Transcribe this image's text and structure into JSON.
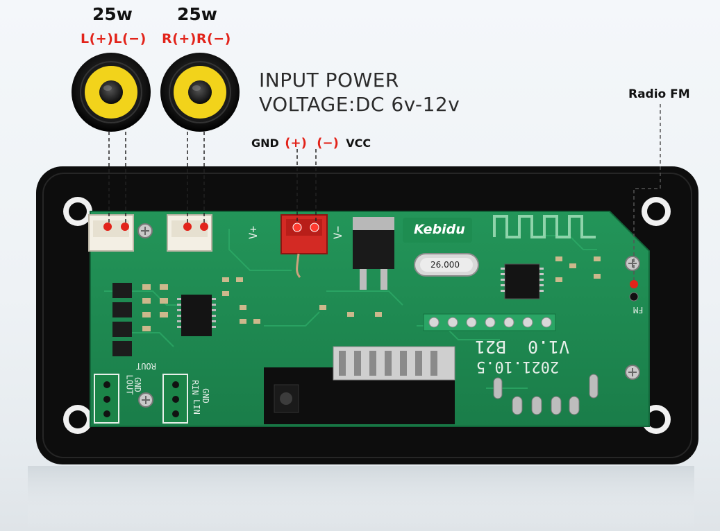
{
  "speakers": {
    "left": {
      "watt": "25w",
      "polarity": "L(+)L(−)"
    },
    "right": {
      "watt": "25w",
      "polarity": "R(+)R(−)"
    }
  },
  "input_power": {
    "line1": "INPUT POWER",
    "line2": "VOLTAGE:DC 6v-12v"
  },
  "power_pins": {
    "gnd": "GND",
    "plus": "(+)",
    "minus": "(−)",
    "vcc": "VCC"
  },
  "radio": {
    "label": "Radio FM"
  },
  "board": {
    "brand": "Kebidu",
    "crystal": "26.000",
    "model": "B21",
    "version": "V1.0",
    "date": "2021.10.5",
    "silk_vplus": "V+",
    "silk_vminus": "V−",
    "silk_fm": "FM",
    "silk_rout": "ROUT",
    "silk_lout": "LOUT",
    "silk_gnd_l": "GND",
    "silk_rin": "RIN",
    "silk_gnd_r": "GND",
    "silk_lin": "LIN"
  },
  "colors": {
    "pcb": "#1f8a52",
    "bezel": "#0d0d0d",
    "accent_red": "#e2231a",
    "speaker_cone": "#f2d31b"
  }
}
